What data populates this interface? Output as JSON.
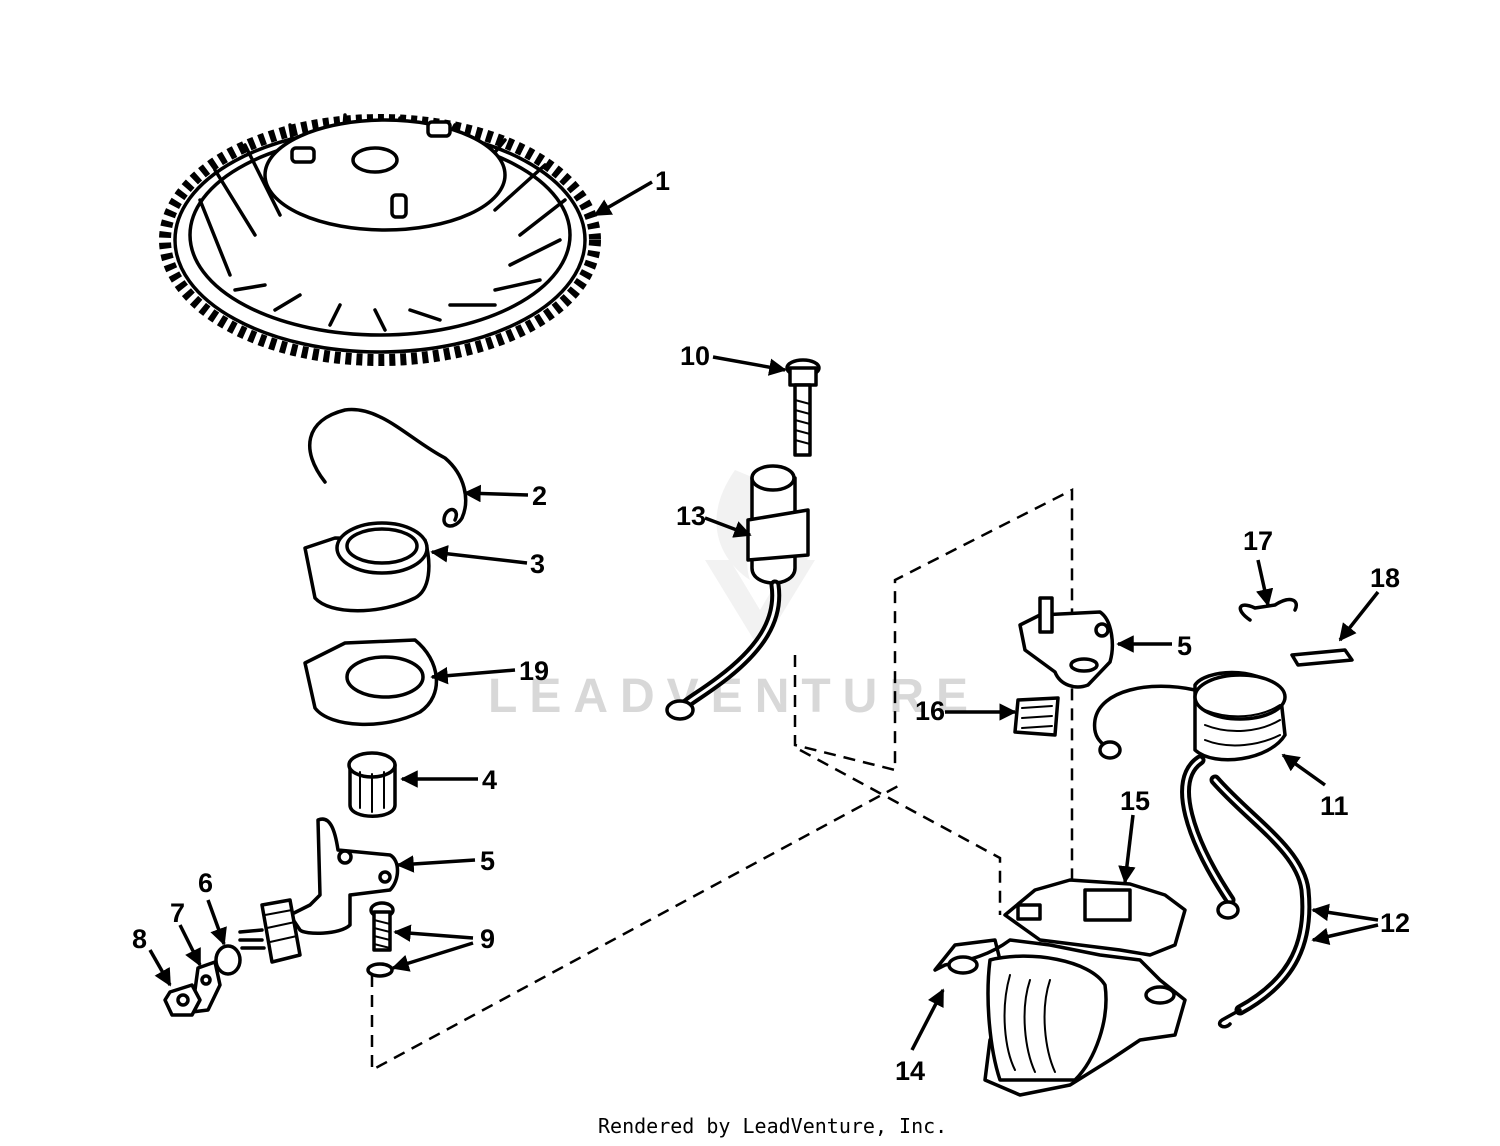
{
  "watermark": "LEADVENTURE",
  "footer": "Rendered by LeadVenture, Inc.",
  "callouts": {
    "c1": "1",
    "c2": "2",
    "c3": "3",
    "c4": "4",
    "c5a": "5",
    "c5b": "5",
    "c6": "6",
    "c7": "7",
    "c8": "8",
    "c9": "9",
    "c10": "10",
    "c11": "11",
    "c12": "12",
    "c13": "13",
    "c14": "14",
    "c15": "15",
    "c16": "16",
    "c17": "17",
    "c18": "18",
    "c19": "19"
  }
}
